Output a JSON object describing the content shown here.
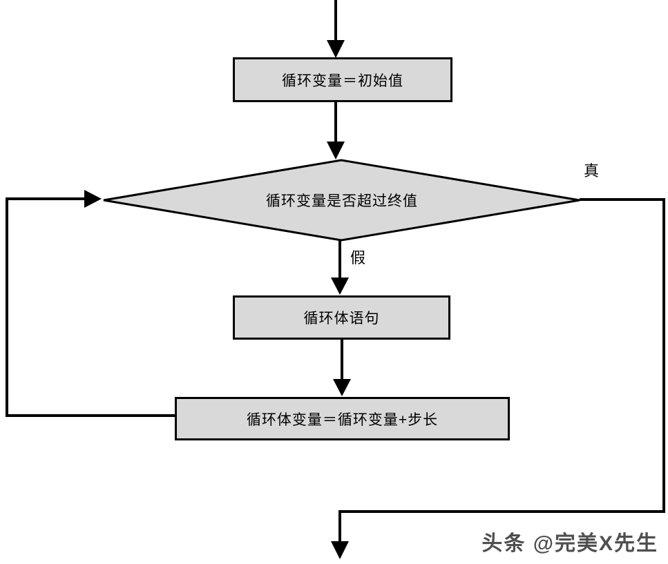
{
  "diagram": {
    "type": "flowchart",
    "language": "zh-CN",
    "nodes": {
      "init_box": {
        "label": "循环变量＝初始值",
        "shape": "rectangle"
      },
      "condition_diamond": {
        "label": "循环变量是否超过终值",
        "shape": "diamond"
      },
      "body_box": {
        "label": "循环体语句",
        "shape": "rectangle"
      },
      "increment_box": {
        "label": "循环体变量＝循环变量+步长",
        "shape": "rectangle"
      }
    },
    "edge_labels": {
      "true_label": "真",
      "false_label": "假"
    },
    "edges": [
      {
        "from": "start",
        "to": "init_box"
      },
      {
        "from": "init_box",
        "to": "condition_diamond"
      },
      {
        "from": "condition_diamond",
        "to": "body_box",
        "label": "假"
      },
      {
        "from": "body_box",
        "to": "increment_box"
      },
      {
        "from": "increment_box",
        "to": "condition_diamond",
        "route": "left-loop-back"
      },
      {
        "from": "condition_diamond",
        "to": "exit",
        "label": "真",
        "route": "right-down-bottom"
      }
    ],
    "colors": {
      "node_fill": "#d9d9d9",
      "node_border": "#000000",
      "line": "#000000",
      "background": "#ffffff",
      "watermark_text": "#4f4f4f"
    },
    "watermark": {
      "text": "头条 @完美X先生"
    }
  }
}
